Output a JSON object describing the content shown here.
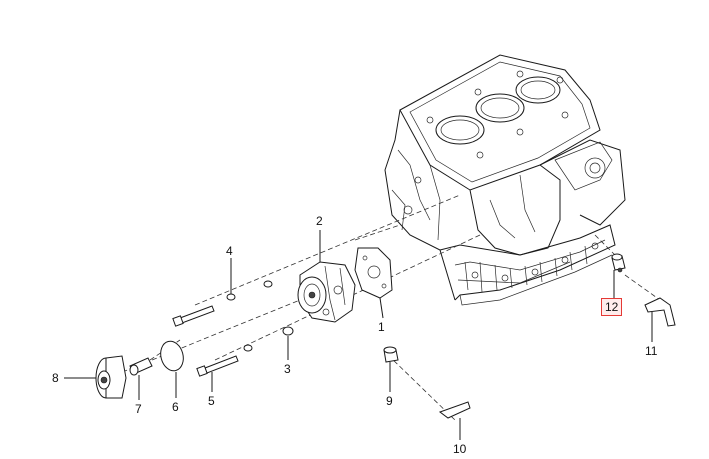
{
  "callouts": [
    {
      "id": "1",
      "text": "1"
    },
    {
      "id": "2",
      "text": "2"
    },
    {
      "id": "3",
      "text": "3"
    },
    {
      "id": "4",
      "text": "4"
    },
    {
      "id": "5",
      "text": "5"
    },
    {
      "id": "6",
      "text": "6"
    },
    {
      "id": "7",
      "text": "7"
    },
    {
      "id": "8",
      "text": "8"
    },
    {
      "id": "9",
      "text": "9"
    },
    {
      "id": "10",
      "text": "10"
    },
    {
      "id": "11",
      "text": "11"
    },
    {
      "id": "12",
      "text": "12"
    }
  ],
  "highlighted_callout": "12",
  "colors": {
    "line": "#1a1a1a",
    "highlight_border": "#e53935",
    "highlight_fill": "#ffecec"
  }
}
